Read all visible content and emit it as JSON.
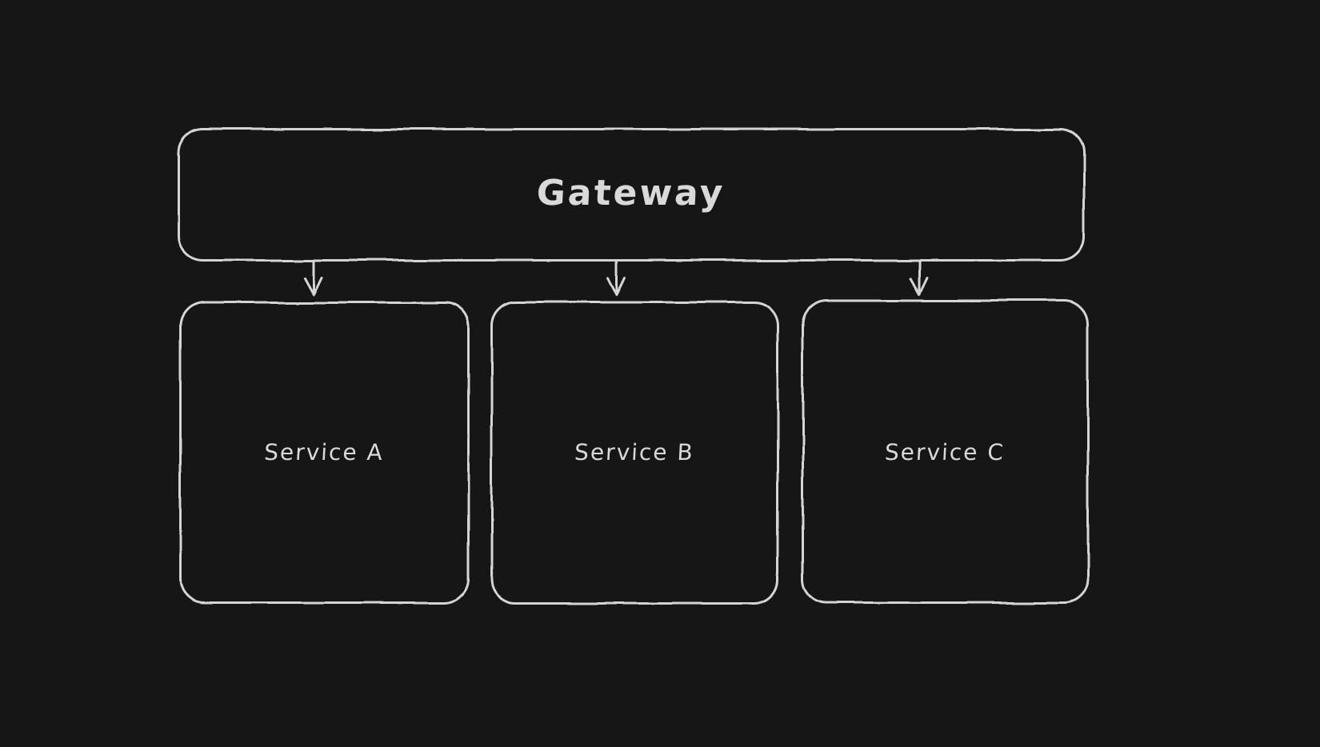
{
  "canvas": {
    "background_color": "#161616",
    "stroke_color": "#d4d4d4",
    "text_color": "#d9d9d9",
    "style": "hand-drawn-sketch"
  },
  "diagram": {
    "gateway_node": {
      "label": "Gateway"
    },
    "service_nodes": [
      {
        "id": "service-a",
        "label": "Service A"
      },
      {
        "id": "service-b",
        "label": "Service B"
      },
      {
        "id": "service-c",
        "label": "Service C"
      }
    ],
    "connections": [
      {
        "from": "Gateway",
        "to": "Service A",
        "type": "arrow-down"
      },
      {
        "from": "Gateway",
        "to": "Service B",
        "type": "arrow-down"
      },
      {
        "from": "Gateway",
        "to": "Service C",
        "type": "arrow-down"
      }
    ]
  }
}
